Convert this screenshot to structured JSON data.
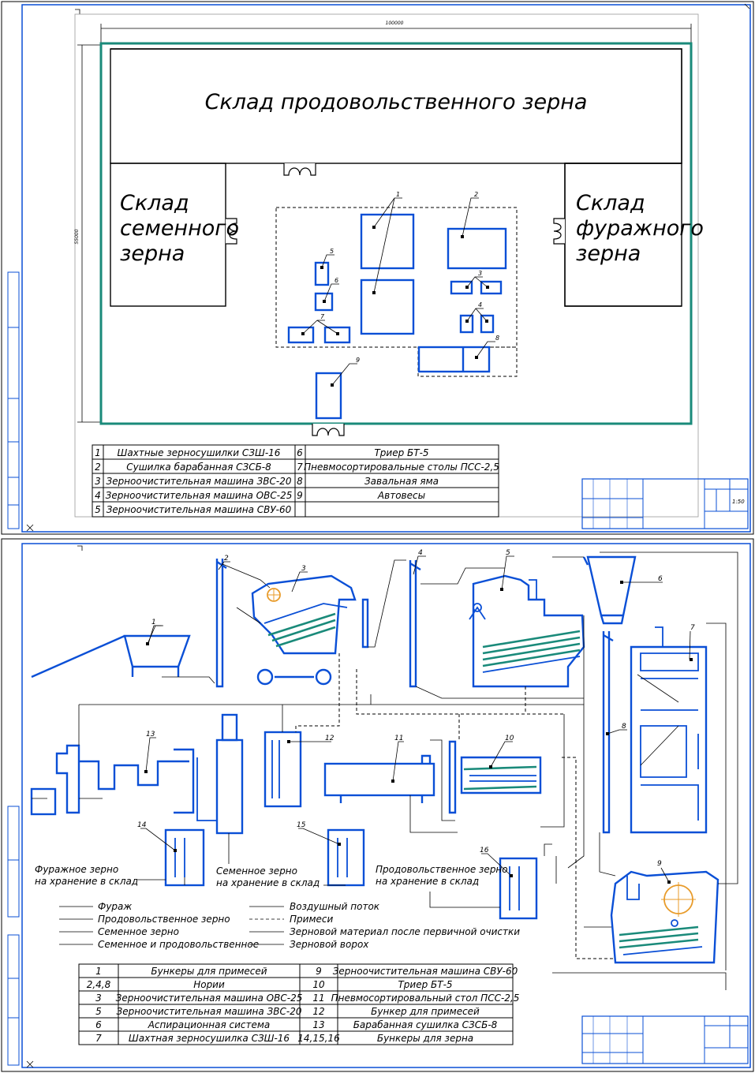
{
  "sheet1": {
    "dim_width": "100000",
    "dim_height": "55000",
    "warehouse_food": "Склад продовольственного зерна",
    "warehouse_seed": [
      "Склад",
      "семенного",
      "зерна"
    ],
    "warehouse_feed": [
      "Склад",
      "фуражного",
      "зерна"
    ],
    "callouts": [
      "1",
      "2",
      "3",
      "4",
      "5",
      "6",
      "7",
      "8",
      "9"
    ],
    "legend": [
      {
        "n": "1",
        "name": "Шахтные зерносушилки СЗШ-16"
      },
      {
        "n": "2",
        "name": "Сушилка барабанная СЗСБ-8"
      },
      {
        "n": "3",
        "name": "Зерноочистительная машина ЗВС-20"
      },
      {
        "n": "4",
        "name": "Зерноочистительная машина ОВС-25"
      },
      {
        "n": "5",
        "name": "Зерноочистительная машина СВУ-60"
      },
      {
        "n": "6",
        "name": "Триер БТ-5"
      },
      {
        "n": "7",
        "name": "Пневмосортировальные столы ПСС-2,5"
      },
      {
        "n": "8",
        "name": "Завальная яма"
      },
      {
        "n": "9",
        "name": "Автовесы"
      }
    ],
    "scale": "1:50"
  },
  "sheet2": {
    "callouts": [
      "1",
      "2",
      "3",
      "4",
      "5",
      "6",
      "7",
      "8",
      "9",
      "10",
      "11",
      "12",
      "13",
      "14",
      "15",
      "16"
    ],
    "storage_feed": [
      "Фуражное зерно",
      "на хранение в склад"
    ],
    "storage_seed": [
      "Семенное зерно",
      "на хранение в склад"
    ],
    "storage_food": [
      "Продовольственное зерно",
      "на хранение в склад"
    ],
    "flow_legend_left": [
      "Фураж",
      "Продовольственное зерно",
      "Семенное зерно",
      "Семенное и продовольственное"
    ],
    "flow_legend_right": [
      "Воздушный поток",
      "Примеси",
      "Зерновой материал после первичной очистки",
      "Зерновой ворох"
    ],
    "equipment": [
      {
        "n": "1",
        "name": "Бункеры для примесей",
        "n2": "9",
        "name2": "Зерноочистительная машина СВУ-60"
      },
      {
        "n": "2,4,8",
        "name": "Нории",
        "n2": "10",
        "name2": "Триер БТ-5"
      },
      {
        "n": "3",
        "name": "Зерноочистительная машина ОВС-25",
        "n2": "11",
        "name2": "Пневмосортировальный стол ПСС-2,5"
      },
      {
        "n": "5",
        "name": "Зерноочистительная машина ЗВС-20",
        "n2": "12",
        "name2": "Бункер для примесей"
      },
      {
        "n": "6",
        "name": "Аспирационная система",
        "n2": "13",
        "name2": "Барабанная сушилка СЗСБ-8"
      },
      {
        "n": "7",
        "name": "Шахтная зерносушилка СЗШ-16",
        "n2": "14,15,16",
        "name2": "Бункеры для зерна"
      }
    ]
  },
  "colors": {
    "equipment": "#0a4fd6",
    "building": "#1a8a7a",
    "lines": "#000000"
  }
}
